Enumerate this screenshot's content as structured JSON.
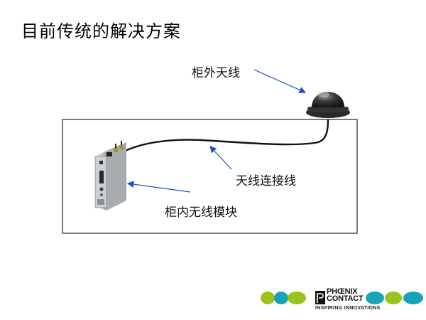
{
  "title": "目前传统的解决方案",
  "labels": {
    "outdoor_antenna": "柜外天线",
    "antenna_cable": "天线连接线",
    "wireless_module": "柜内无线模块"
  },
  "brand": {
    "name_line1": "PHŒNIX",
    "name_line2": "CONTACT",
    "tagline": "INSPIRING INNOVATIONS",
    "colors": {
      "green": "#9bc31c",
      "teal": "#1aa3b8",
      "arrow": "#1f4fc2"
    }
  }
}
